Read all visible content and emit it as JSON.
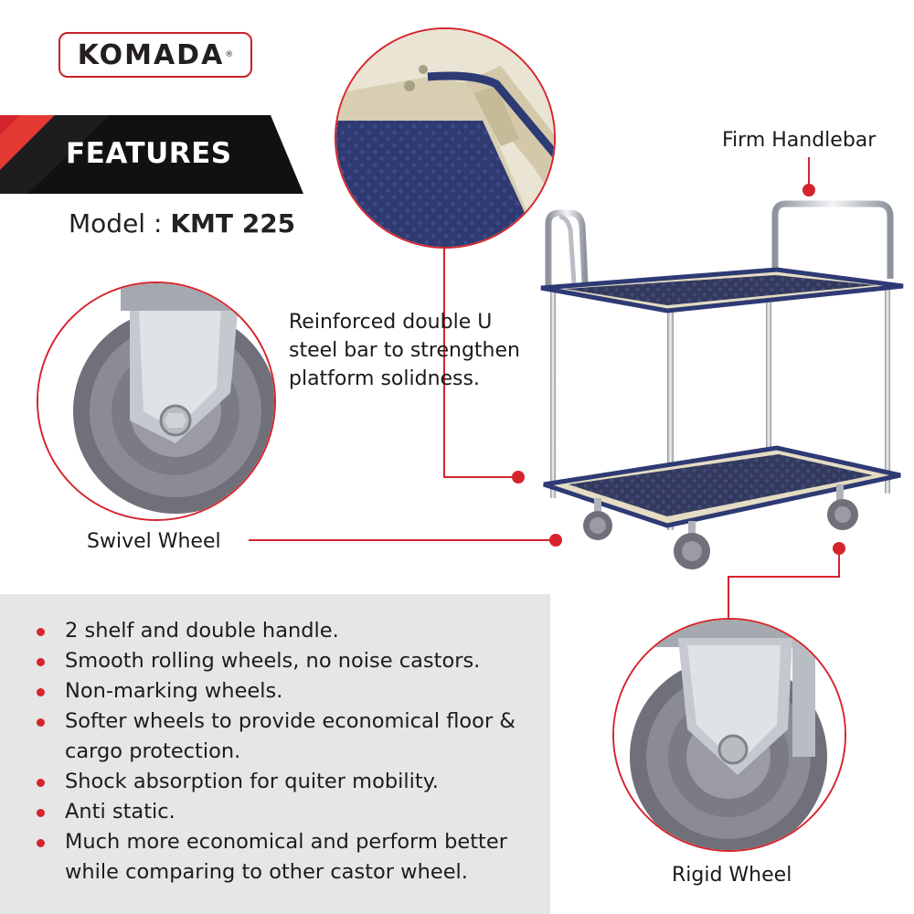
{
  "brand": {
    "logo_text": "KOMADA",
    "logo_mark": "®"
  },
  "banner": {
    "title": "FEATURES"
  },
  "model": {
    "label": "Model : ",
    "value": "KMT 225"
  },
  "callouts": {
    "handlebar": "Firm Handlebar",
    "reinforced": [
      "Reinforced double U",
      "steel bar to strengthen",
      "platform solidness."
    ],
    "swivel": "Swivel Wheel",
    "rigid": "Rigid Wheel"
  },
  "features": [
    "2 shelf and double handle.",
    "Smooth rolling wheels, no noise castors.",
    "Non-marking wheels.",
    "Softer wheels to provide economical floor & cargo protection.",
    "Shock absorption for quiter mobility.",
    "Anti static.",
    "Much more economical and perform better while comparing to other castor wheel."
  ],
  "colors": {
    "accent_red": "#d6242c",
    "banner_black": "#111111",
    "panel_gray": "#e6e6e7",
    "tray_navy": "#2e3a74",
    "tray_beige": "#e4dcc3",
    "chrome": "#c9ccd1",
    "wheel_gray": "#75767f"
  }
}
